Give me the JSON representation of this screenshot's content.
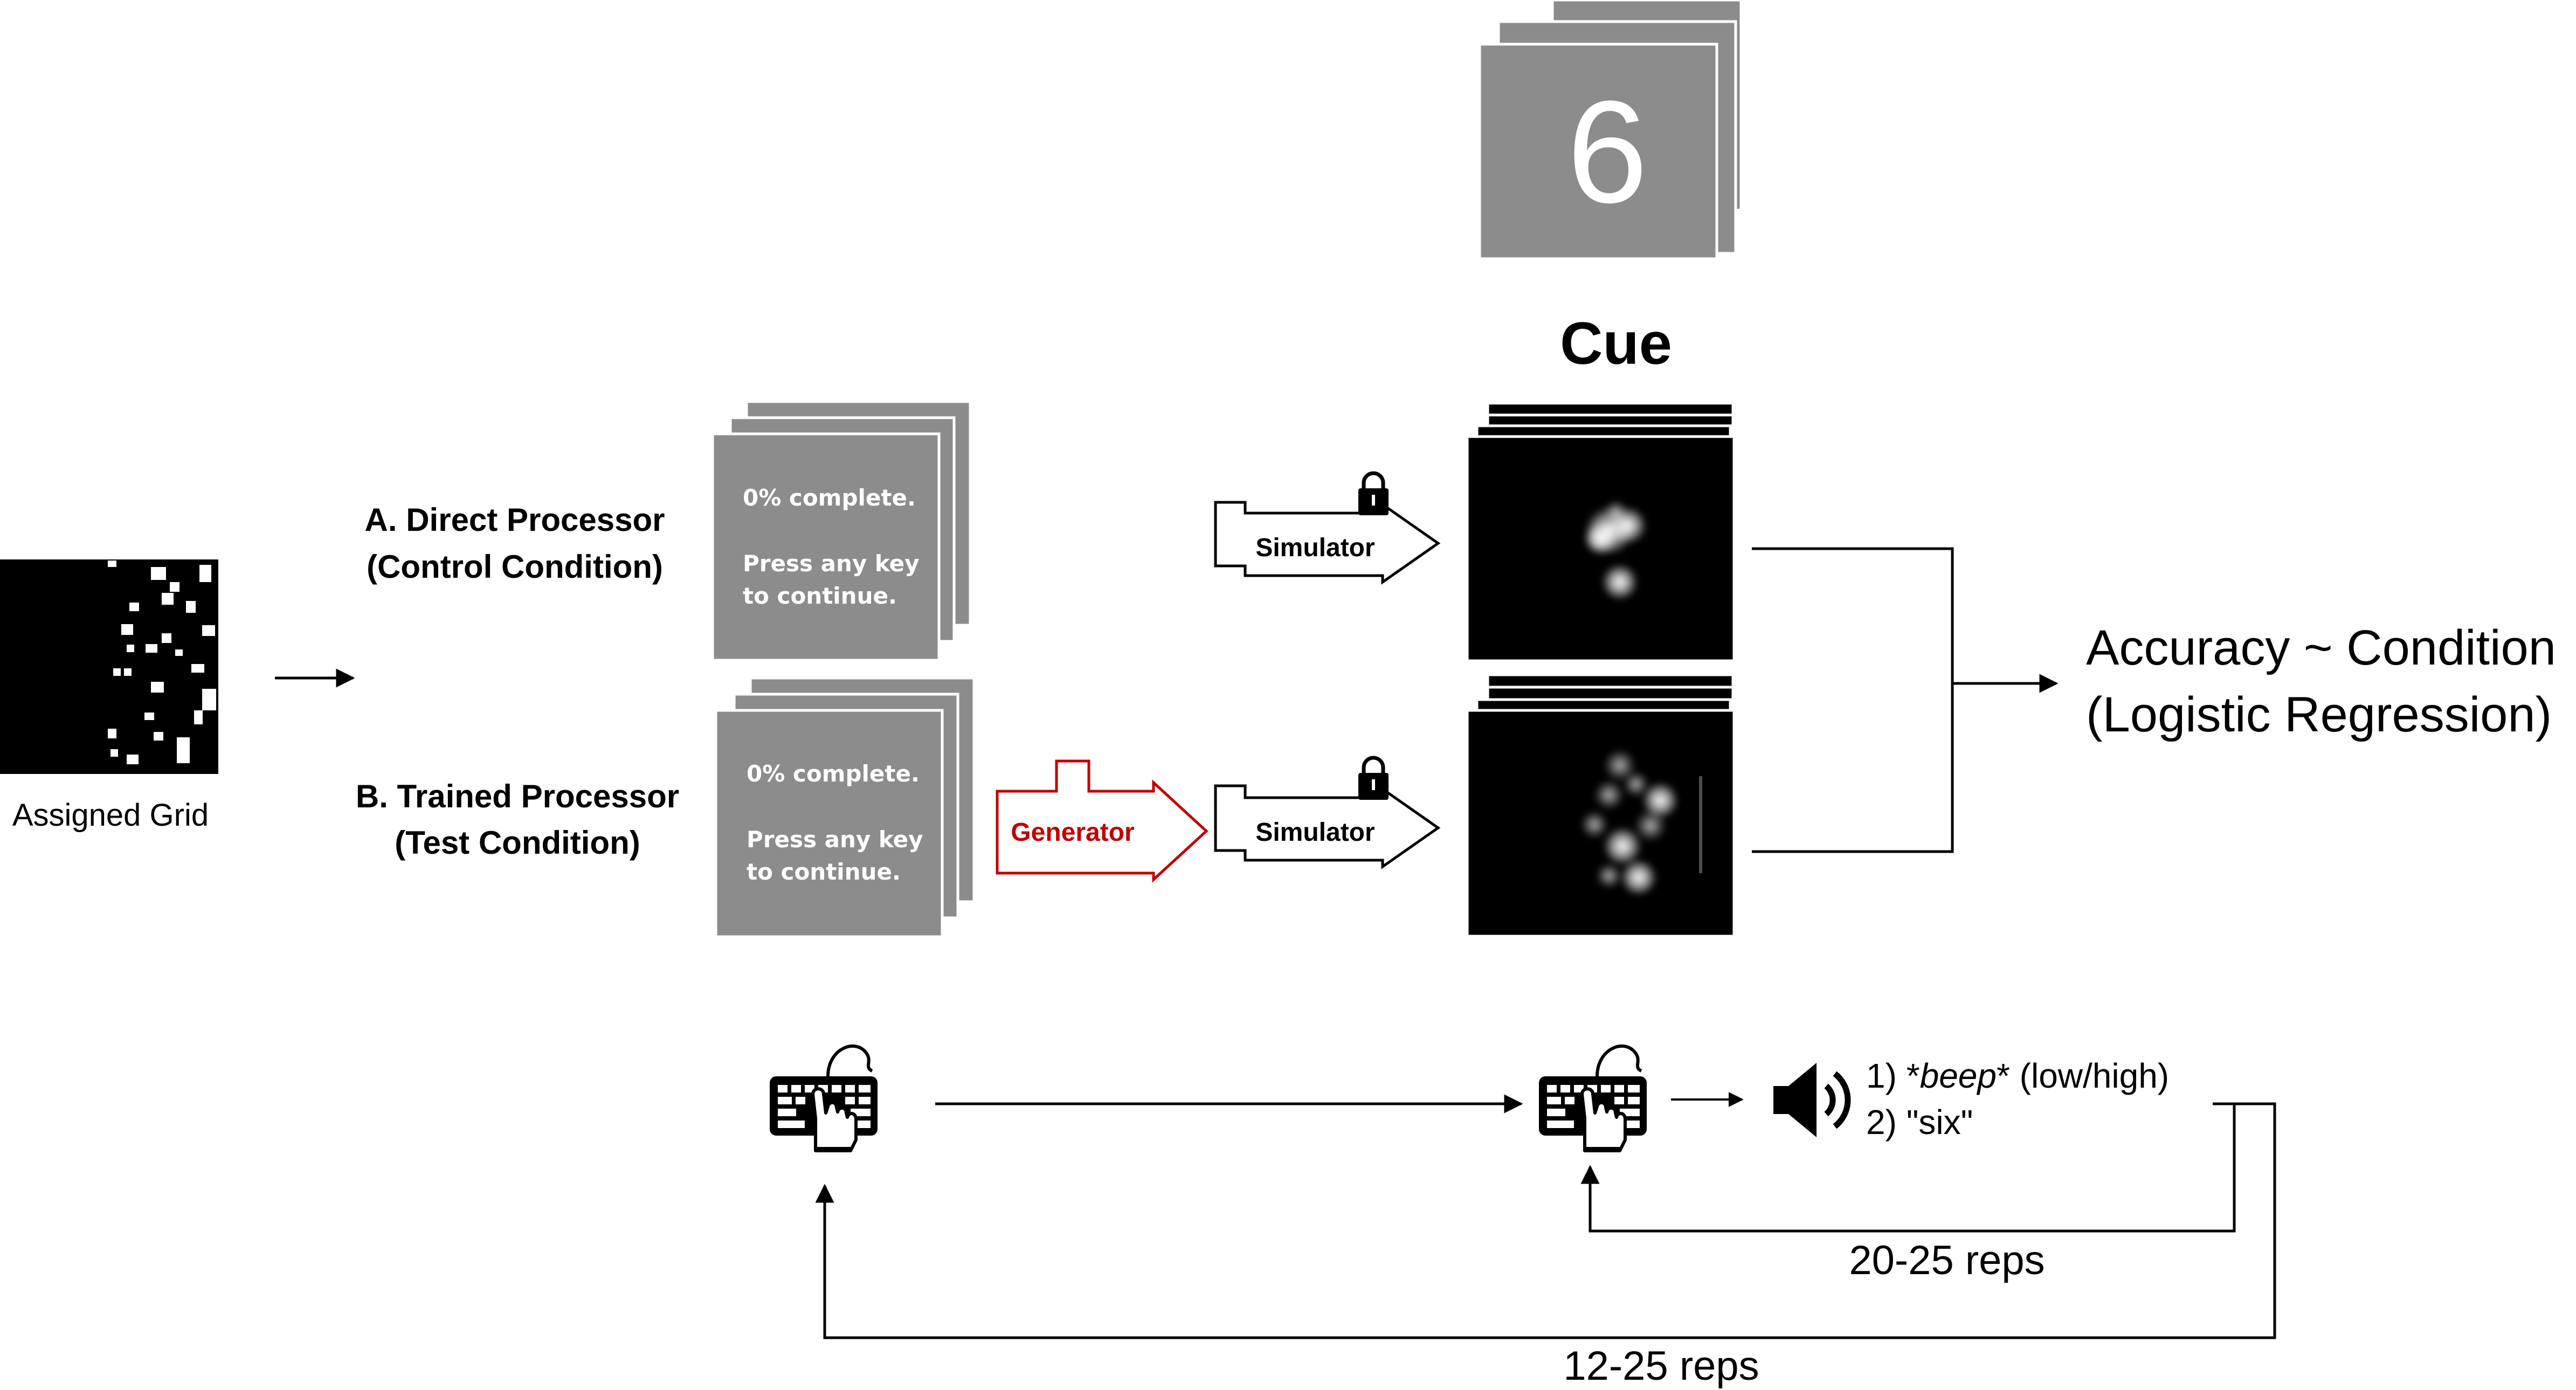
{
  "assigned_grid": {
    "label": "Assigned Grid"
  },
  "conditions": {
    "a": {
      "line1": "A. Direct Processor",
      "line2": "(Control Condition)"
    },
    "b": {
      "line1": "B. Trained Processor",
      "line2": "(Test Condition)"
    }
  },
  "screen": {
    "progress": "0% complete.",
    "press1": "Press any key",
    "press2": "to continue."
  },
  "blocks": {
    "generator": "Generator",
    "simulator": "Simulator"
  },
  "cue": {
    "digit": "6",
    "title": "Cue"
  },
  "analysis": {
    "line1": "Accuracy ~ Condition",
    "line2": "(Logistic Regression)"
  },
  "feedback": {
    "line1_pre": "1) *",
    "line1_em": "beep",
    "line1_post": "* (low/high)",
    "line2": "2) \"six\""
  },
  "loops": {
    "inner": "20-25 reps",
    "outer": "12-25 reps"
  },
  "icons": {
    "keyboard": "keyboard-hand-icon",
    "lock": "padlock-icon",
    "speaker": "speaker-icon"
  },
  "colors": {
    "screen_gray": "#8c8c8c",
    "generator_red": "#c00000",
    "black": "#000000"
  }
}
